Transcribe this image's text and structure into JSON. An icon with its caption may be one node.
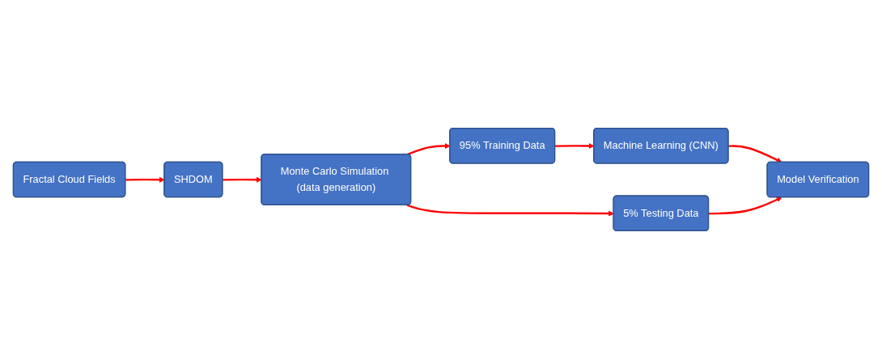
{
  "diagram": {
    "nodes": [
      {
        "text": [
          "Fractal Cloud Fields"
        ]
      },
      {
        "text": [
          "SHDOM"
        ]
      },
      {
        "text": [
          "Monte Carlo Simulation (data generation)"
        ]
      },
      {
        "text": [
          "95% Training Data"
        ]
      },
      {
        "text": [
          "Machine Learning (CNN)"
        ]
      },
      {
        "text": [
          "5% Testing Data"
        ]
      },
      {
        "text": [
          "Model Verification"
        ]
      }
    ],
    "edges": [
      {
        "from": 0,
        "to": 1,
        "arrow": "to"
      },
      {
        "from": 1,
        "to": 2,
        "arrow": "to"
      },
      {
        "from": 2,
        "to": 3,
        "arrow": "to"
      },
      {
        "from": 3,
        "to": 4,
        "arrow": "to"
      },
      {
        "from": 4,
        "to": 6,
        "arrow": "to"
      },
      {
        "from": 2,
        "to": 5,
        "arrow": "to"
      },
      {
        "from": 5,
        "to": 6,
        "arrow": "to"
      }
    ]
  }
}
